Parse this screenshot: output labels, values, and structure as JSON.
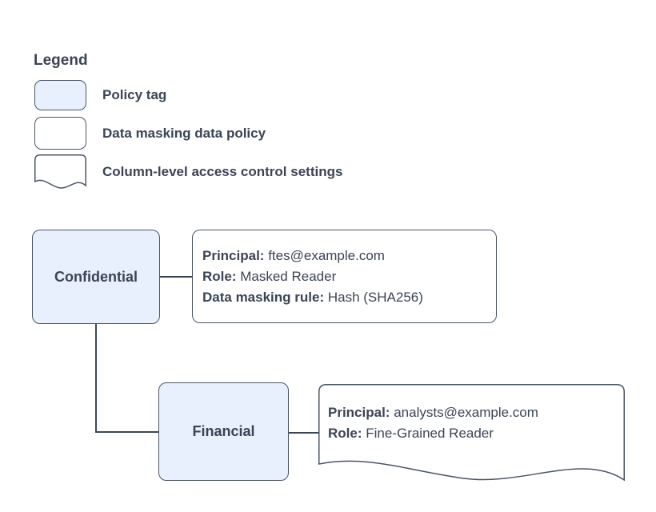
{
  "colors": {
    "policy_tag_fill": "#e8f0fe",
    "shape_border": "#4b5565",
    "text": "#3b4455",
    "connector": "#3d4757",
    "background": "#ffffff"
  },
  "legend": {
    "title": "Legend",
    "items": [
      {
        "shape": "policy-tag-swatch",
        "label": "Policy tag"
      },
      {
        "shape": "data-policy-swatch",
        "label": "Data masking data policy"
      },
      {
        "shape": "column-access-swatch",
        "label": "Column-level access control settings"
      }
    ]
  },
  "diagram": {
    "confidential": {
      "label": "Confidential"
    },
    "masking_policy": {
      "lines": [
        {
          "label": "Principal:",
          "value": "ftes@example.com"
        },
        {
          "label": "Role:",
          "value": "Masked Reader"
        },
        {
          "label": "Data masking rule:",
          "value": "Hash (SHA256)"
        }
      ]
    },
    "financial": {
      "label": "Financial"
    },
    "column_access": {
      "lines": [
        {
          "label": "Principal:",
          "value": "analysts@example.com"
        },
        {
          "label": "Role:",
          "value": "Fine-Grained Reader"
        }
      ]
    }
  }
}
